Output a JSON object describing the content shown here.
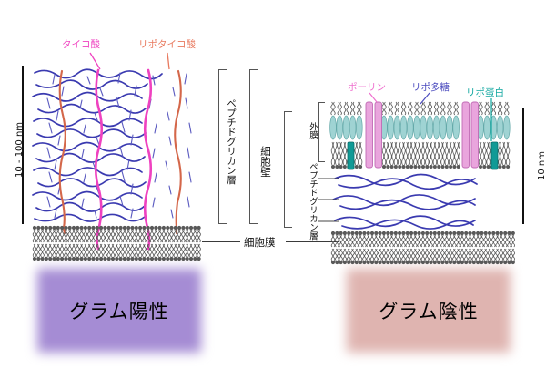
{
  "figure": {
    "title_hidden": "",
    "panels": [
      {
        "id": "gram-positive",
        "caption": "グラム陽性",
        "caption_color": "#a58cd4",
        "scale_label": "10 - 100 nm",
        "labels": [
          {
            "id": "teichoic-acid",
            "text": "タイコ酸",
            "color": "#ef42c0"
          },
          {
            "id": "lipoteichoic-acid",
            "text": "リポタイコ酸",
            "color": "#e8795e"
          }
        ]
      },
      {
        "id": "gram-negative",
        "caption": "グラム陰性",
        "caption_color": "#dfb4b0",
        "scale_label": "10 nm",
        "labels": [
          {
            "id": "porin",
            "text": "ポーリン",
            "color": "#ef6fce"
          },
          {
            "id": "lipopolysaccharide",
            "text": "リポ多糖",
            "color": "#4b4bbe"
          },
          {
            "id": "lipoprotein",
            "text": "リポ蛋白",
            "color": "#11a7a0"
          }
        ],
        "structure_labels": [
          {
            "id": "outer-membrane",
            "text": "外膜"
          },
          {
            "id": "peptidoglycan-layer",
            "text": "ペプチドグリカン層"
          }
        ]
      }
    ],
    "shared_labels": [
      {
        "id": "peptidoglycan-layer-left",
        "text": "ペプチドグリカン層"
      },
      {
        "id": "cell-wall",
        "text": "細胞壁"
      },
      {
        "id": "cell-membrane",
        "text": "細胞膜"
      }
    ],
    "colors": {
      "glycan_chain": "#3a3ab0",
      "teichoic": "#ef42c0",
      "lipoteichoic": "#d4674a",
      "membrane_head": "#595959",
      "lps_core": "#9fd3d3",
      "porin": "#e9a5dd",
      "lipoprotein": "#109a96",
      "gram_positive_box": "#a58cd4",
      "gram_negative_box": "#dfb4b0",
      "bracket": "#555555",
      "scalebar": "#111111"
    }
  }
}
